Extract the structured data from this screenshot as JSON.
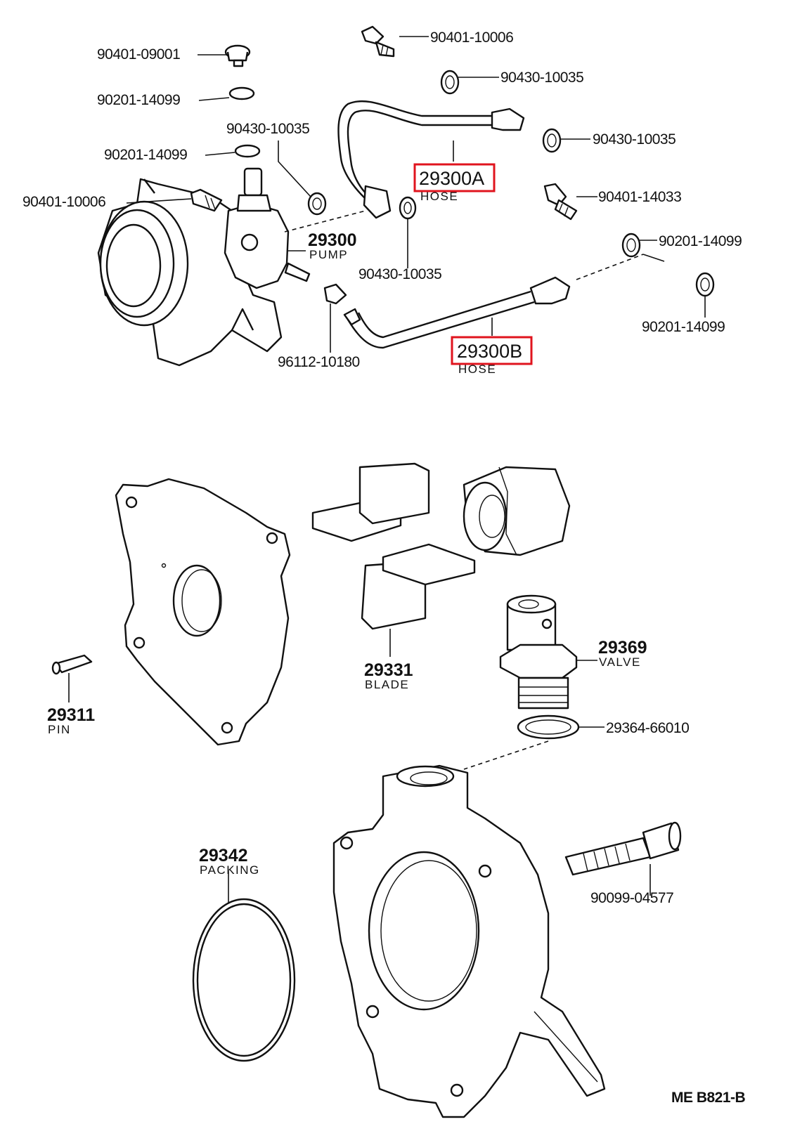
{
  "labels": {
    "p90401_09001": "90401-09001",
    "p90201_14099_a": "90201-14099",
    "p90430_10035_a": "90430-10035",
    "p90201_14099_b": "90201-14099",
    "p90401_10006_a": "90401-10006",
    "p90401_10006_b": "90401-10006",
    "p90430_10035_b": "90430-10035",
    "p90430_10035_c": "90430-10035",
    "p90401_14033": "90401-14033",
    "p90201_14099_c": "90201-14099",
    "p90201_14099_d": "90201-14099",
    "p90430_10035_d": "90430-10035",
    "p96112_10180": "96112-10180",
    "p29364_66010": "29364-66010",
    "p90099_04577": "90099-04577"
  },
  "named_parts": {
    "hose_a": {
      "number": "29300A",
      "name": "HOSE",
      "highlighted": true
    },
    "hose_b": {
      "number": "29300B",
      "name": "HOSE",
      "highlighted": true
    },
    "pump": {
      "number": "29300",
      "name": "PUMP"
    },
    "valve": {
      "number": "29369",
      "name": "VALVE"
    },
    "blade": {
      "number": "29331",
      "name": "BLADE"
    },
    "pin": {
      "number": "29311",
      "name": "PIN"
    },
    "packing": {
      "number": "29342",
      "name": "PACKING"
    }
  },
  "footer": {
    "code": "ME  B821-B"
  },
  "colors": {
    "highlight": "#e0141e",
    "ink": "#111111"
  }
}
